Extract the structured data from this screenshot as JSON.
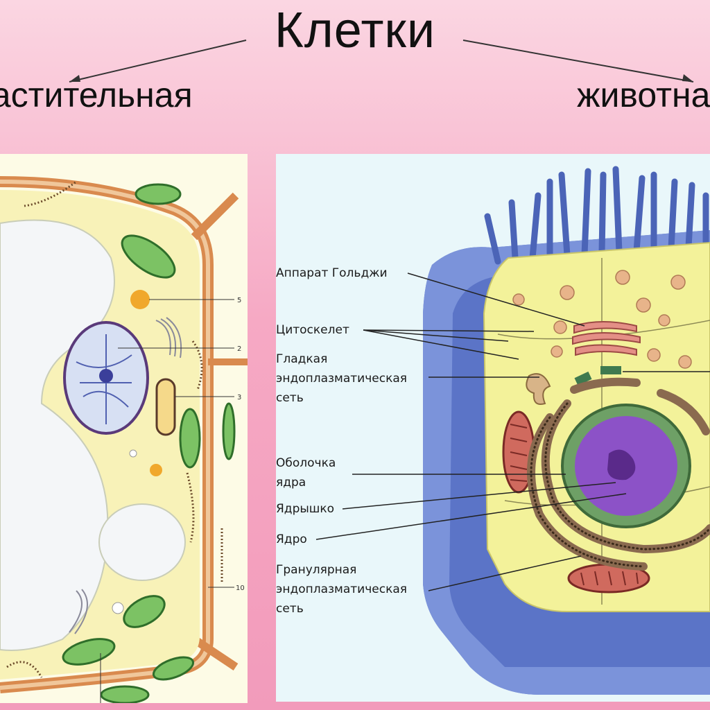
{
  "title": "Клетки",
  "left_caption": "растительная",
  "right_caption": "животная",
  "plant_cell": {
    "numbers": [
      "5",
      "2",
      "3",
      "10"
    ]
  },
  "animal_cell": {
    "labels": {
      "golgi": "Аппарат Гольджи",
      "cytoskeleton": "Цитоскелет",
      "smooth_er": "Гладкая\nэндоплазматическая\nсеть",
      "nuclear_envelope": "Оболочка\nядра",
      "nucleolus": "Ядрышко",
      "nucleus": "Ядро",
      "rough_er": "Гранулярная\nэндоплазматическая\nсеть"
    }
  },
  "colors": {
    "background": "#f6a9c4",
    "plant_cell_wall": "#d98a4e",
    "chloroplast": "#5fa84a",
    "animal_membrane": "#5b74c7",
    "animal_cytoplasm": "#f3f29a",
    "nucleus": "#8c52c7"
  }
}
